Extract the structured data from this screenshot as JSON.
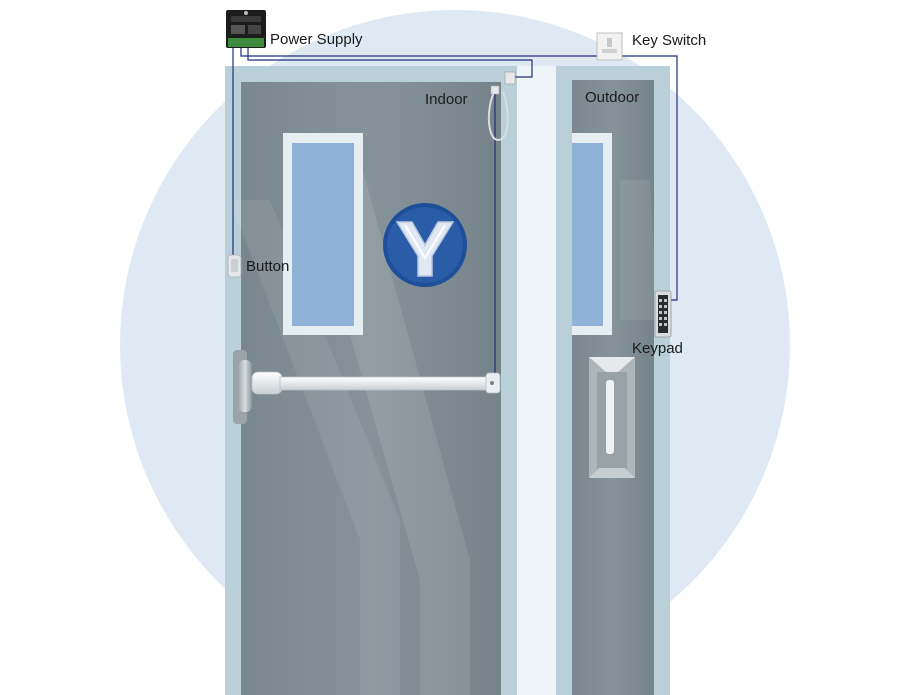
{
  "labels": {
    "power_supply": "Power Supply",
    "key_switch": "Key Switch",
    "indoor": "Indoor",
    "outdoor": "Outdoor",
    "button": "Button",
    "keypad": "Keypad"
  },
  "colors": {
    "frame": "#b9d0d8",
    "door_panel": "#7f8c93",
    "door_panel_dark": "#6f7b82",
    "window_frame": "#e6eef2",
    "window_glass": "#8fb3d6",
    "wire": "#1f2f7a",
    "logo_blue": "#1f4f9a",
    "watermark": "#dfe9f3"
  },
  "icons": {
    "logo": "y-logo-icon",
    "power_supply": "power-supply-icon",
    "key_switch": "key-switch-icon",
    "button": "exit-button-icon",
    "keypad": "keypad-icon",
    "indoor_device": "cable-loop-icon",
    "push_bar": "panic-bar-icon",
    "outdoor_handle": "pull-handle-icon"
  }
}
